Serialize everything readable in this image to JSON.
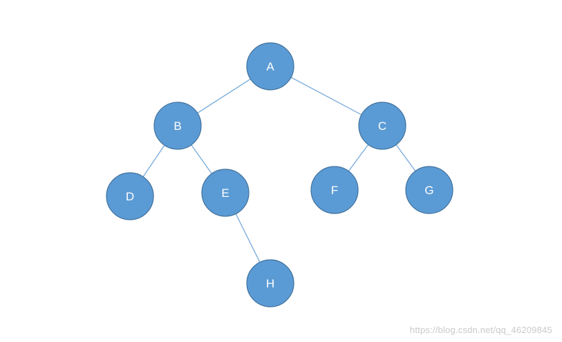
{
  "diagram": {
    "nodes": [
      {
        "id": "A",
        "label": "A"
      },
      {
        "id": "B",
        "label": "B"
      },
      {
        "id": "C",
        "label": "C"
      },
      {
        "id": "D",
        "label": "D"
      },
      {
        "id": "E",
        "label": "E"
      },
      {
        "id": "F",
        "label": "F"
      },
      {
        "id": "G",
        "label": "G"
      },
      {
        "id": "H",
        "label": "H"
      }
    ],
    "edges": [
      {
        "from": "A",
        "to": "B"
      },
      {
        "from": "A",
        "to": "C"
      },
      {
        "from": "B",
        "to": "D"
      },
      {
        "from": "B",
        "to": "E"
      },
      {
        "from": "C",
        "to": "F"
      },
      {
        "from": "C",
        "to": "G"
      },
      {
        "from": "E",
        "to": "H"
      }
    ]
  },
  "colors": {
    "node_fill": "#5b9bd5",
    "node_border": "#41719c",
    "edge": "#7eaedc",
    "label": "#ffffff"
  },
  "watermark": "https://blog.csdn.net/qq_46209845"
}
